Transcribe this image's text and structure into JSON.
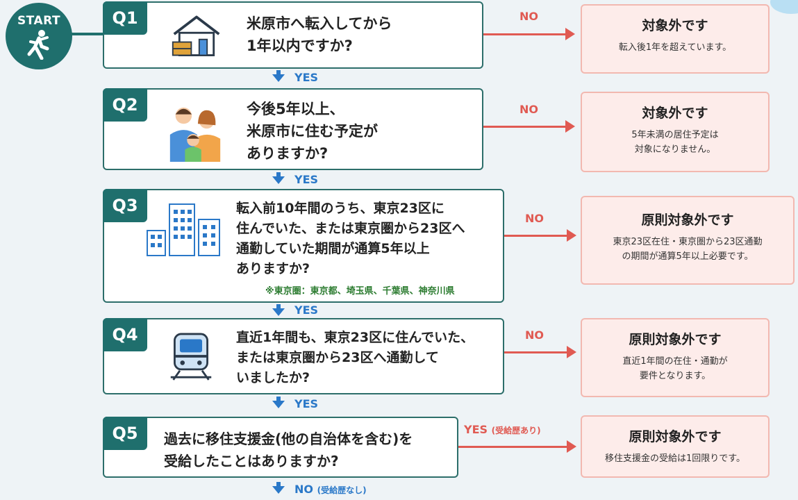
{
  "start": {
    "label": "START"
  },
  "questions": [
    {
      "tag": "Q1",
      "text": "米原市へ転入してから\n1年以内ですか?",
      "icon": "house-icon"
    },
    {
      "tag": "Q2",
      "text": "今後5年以上、\n米原市に住む予定が\nありますか?",
      "icon": "family-icon"
    },
    {
      "tag": "Q3",
      "text": "転入前10年間のうち、東京23区に\n住んでいた、または東京圏から23区へ\n通勤していた期間が通算5年以上\nありますか?",
      "note": "※東京圏：東京都、埼玉県、千葉県、神奈川県",
      "icon": "buildings-icon"
    },
    {
      "tag": "Q4",
      "text": "直近1年間も、東京23区に住んでいた、\nまたは東京圏から23区へ通勤して\nいましたか?",
      "icon": "train-icon"
    },
    {
      "tag": "Q5",
      "text": "過去に移住支援金(他の自治体を含む)を\n受給したことはありますか?"
    }
  ],
  "branches": [
    {
      "main": "NO",
      "sub": ""
    },
    {
      "main": "NO",
      "sub": ""
    },
    {
      "main": "NO",
      "sub": ""
    },
    {
      "main": "NO",
      "sub": ""
    },
    {
      "main": "YES",
      "sub": "(受給歴あり)"
    }
  ],
  "results": [
    {
      "title": "対象外です",
      "sub": "転入後1年を超えています。"
    },
    {
      "title": "対象外です",
      "sub": "5年未満の居住予定は\n対象になりません。"
    },
    {
      "title": "原則対象外です",
      "sub": "東京23区在住・東京圏から23区通勤\nの期間が通算5年以上必要です。"
    },
    {
      "title": "原則対象外です",
      "sub": "直近1年間の在住・通勤が\n要件となります。"
    },
    {
      "title": "原則対象外です",
      "sub": "移住支援金の受給は1回限りです。"
    }
  ],
  "downs": [
    {
      "main": "YES",
      "sub": ""
    },
    {
      "main": "YES",
      "sub": ""
    },
    {
      "main": "YES",
      "sub": ""
    },
    {
      "main": "YES",
      "sub": ""
    },
    {
      "main": "NO",
      "sub": "(受給歴なし)"
    }
  ],
  "colors": {
    "teal": "#1f6f6d",
    "red": "#e05a52",
    "blue": "#2a78c8",
    "note_green": "#2e7d32"
  }
}
